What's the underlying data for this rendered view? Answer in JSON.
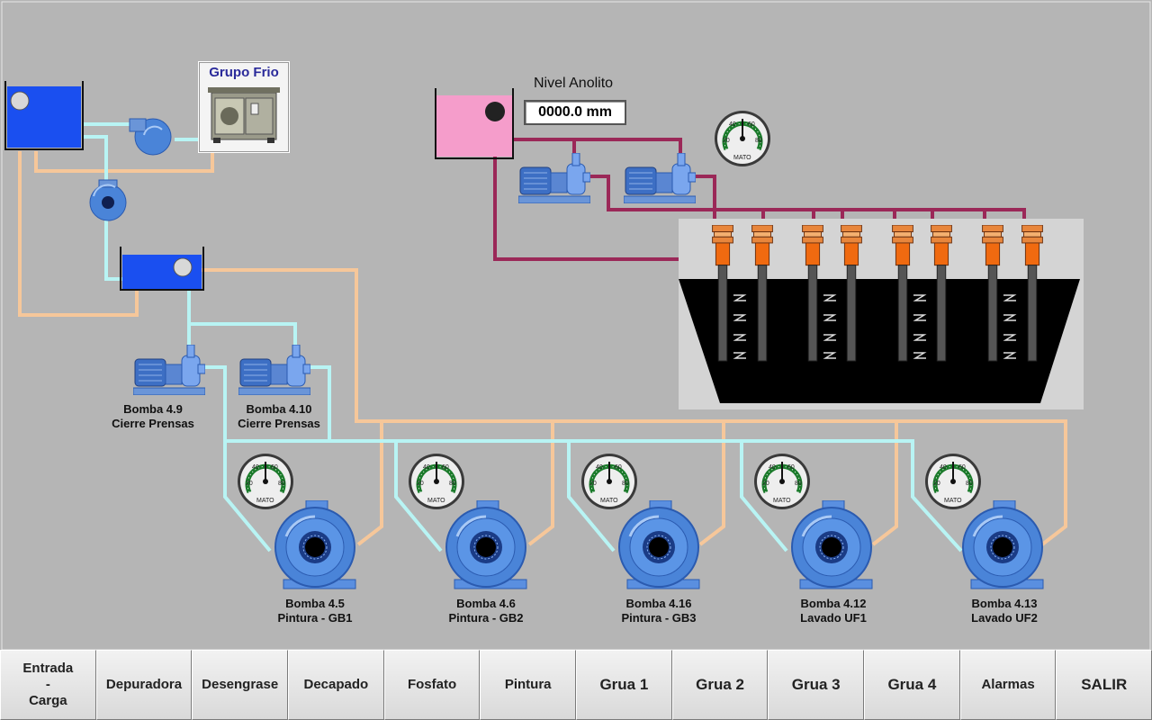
{
  "grupo_frio": {
    "title": "Grupo Frio"
  },
  "nivel_anolito": {
    "label": "Nivel Anolito",
    "value": "0000.0 mm"
  },
  "pumps_small": [
    {
      "line1": "Bomba 4.9",
      "line2": "Cierre Prensas"
    },
    {
      "line1": "Bomba 4.10",
      "line2": "Cierre Prensas"
    }
  ],
  "pumps_large": [
    {
      "line1": "Bomba 4.5",
      "line2": "Pintura - GB1"
    },
    {
      "line1": "Bomba 4.6",
      "line2": "Pintura - GB2"
    },
    {
      "line1": "Bomba 4.16",
      "line2": "Pintura - GB3"
    },
    {
      "line1": "Bomba 4.12",
      "line2": "Lavado UF1"
    },
    {
      "line1": "Bomba 4.13",
      "line2": "Lavado UF2"
    }
  ],
  "gauge": {
    "ticks": [
      "20",
      "40",
      "60",
      "80"
    ],
    "brand": "MATO"
  },
  "colors": {
    "cold_line": "#b8f4f4",
    "hot_line": "#f6c79a",
    "anolyte_line": "#9b2858",
    "tank_blue": "#1a4ff0",
    "tank_pink": "#f59dcb",
    "pump_blue": "#4a84d8"
  },
  "nav": [
    {
      "label": "Entrada\n-\nCarga"
    },
    {
      "label": "Depuradora"
    },
    {
      "label": "Desengrase"
    },
    {
      "label": "Decapado"
    },
    {
      "label": "Fosfato"
    },
    {
      "label": "Pintura"
    },
    {
      "label": "Grua 1"
    },
    {
      "label": "Grua 2"
    },
    {
      "label": "Grua 3"
    },
    {
      "label": "Grua 4"
    },
    {
      "label": "Alarmas"
    },
    {
      "label": "SALIR"
    }
  ]
}
